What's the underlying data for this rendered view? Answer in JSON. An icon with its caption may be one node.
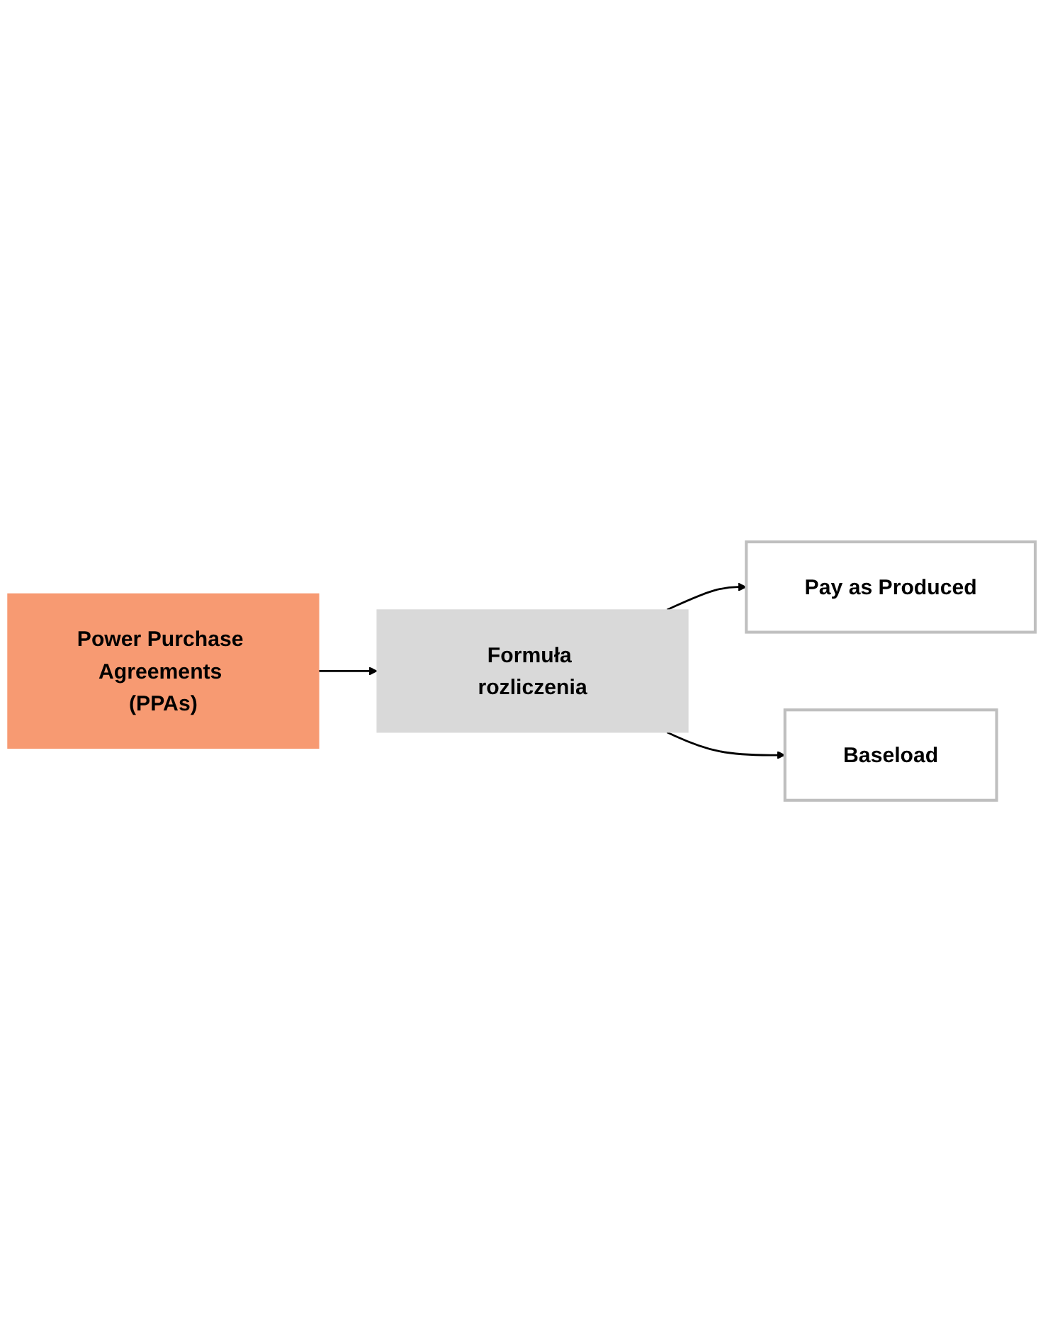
{
  "diagram": {
    "nodes": [
      {
        "text": [
          "Power Purchase Agreements (PPAs)"
        ]
      },
      {
        "text": [
          "Formuła rozliczenia"
        ]
      },
      {
        "text": [
          "Pay as Produced"
        ]
      },
      {
        "text": [
          "Baseload"
        ]
      }
    ],
    "edges": [
      {
        "from": 0,
        "to": 1,
        "arrow": "to"
      },
      {
        "from": 1,
        "to": 2,
        "arrow": "to"
      },
      {
        "from": 1,
        "to": 3,
        "arrow": "to"
      }
    ]
  }
}
